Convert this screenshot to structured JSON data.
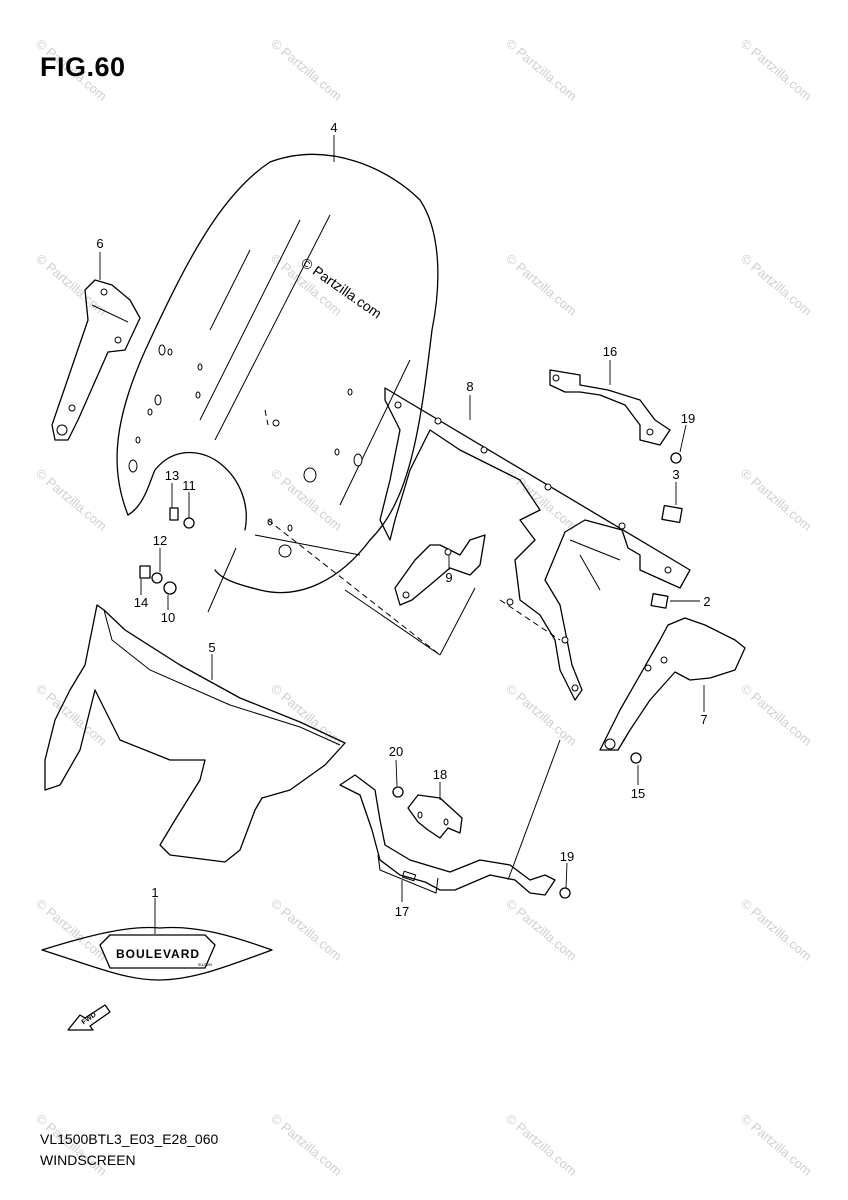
{
  "figure": {
    "title": "FIG.60",
    "code": "VL1500BTL3_E03_E28_060",
    "name": "WINDSCREEN"
  },
  "watermark": {
    "text": "© Partzilla.com",
    "center_text": "© Partzilla.com"
  },
  "badge": {
    "text": "BOULEVARD",
    "subtext": "SUZUKI"
  },
  "fwd_arrow": {
    "label": "FWD"
  },
  "callouts": [
    "1",
    "2",
    "3",
    "4",
    "5",
    "6",
    "7",
    "8",
    "9",
    "10",
    "11",
    "12",
    "13",
    "14",
    "15",
    "16",
    "17",
    "18",
    "19",
    "19",
    "20"
  ]
}
